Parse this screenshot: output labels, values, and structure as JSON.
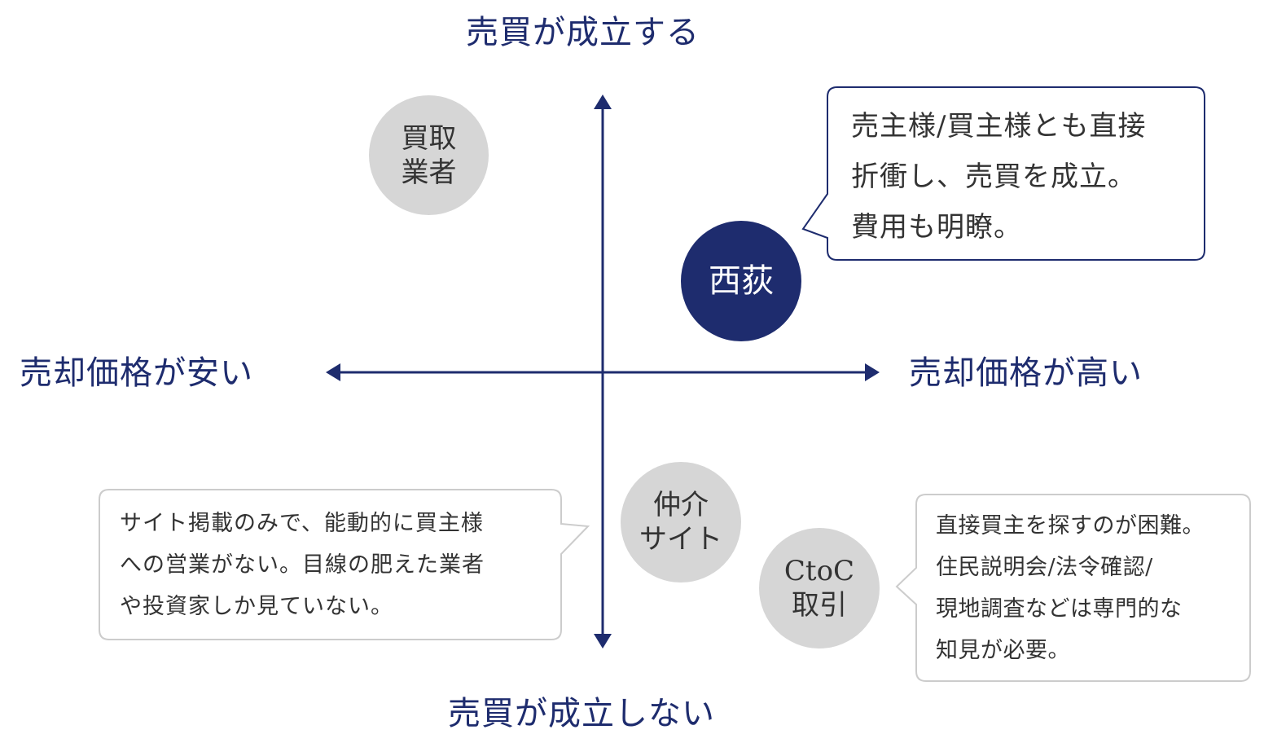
{
  "axes": {
    "top": "売買が成立する",
    "bottom": "売買が成立しない",
    "left": "売却価格が安い",
    "right": "売却価格が高い"
  },
  "items": {
    "kaitori": {
      "lines": [
        "買取",
        "業者"
      ]
    },
    "nishiogi": {
      "lines": [
        "西荻"
      ]
    },
    "chukai": {
      "lines": [
        "仲介",
        "サイト"
      ]
    },
    "ctoc": {
      "lines": [
        "CtoC",
        "取引"
      ]
    }
  },
  "callouts": {
    "nishiogi": {
      "lines": [
        "売主様/買主様とも直接",
        "折衝し、売買を成立。",
        "費用も明瞭。"
      ]
    },
    "chukai": {
      "lines": [
        "サイト掲載のみで、能動的に買主様",
        "への営業がない。目線の肥えた業者",
        "や投資家しか見ていない。"
      ]
    },
    "ctoc": {
      "lines": [
        "直接買主を探すのが困難。",
        "住民説明会/法令確認/",
        "現地調査などは専門的な",
        "知見が必要。"
      ]
    }
  },
  "colors": {
    "navy": "#1e2c6e",
    "gray_circle": "#d6d6d6",
    "bubble_border": "#cccccc",
    "text": "#333333"
  }
}
